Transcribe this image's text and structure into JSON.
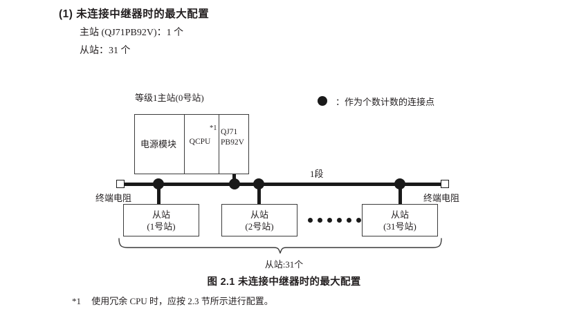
{
  "section": {
    "number": "(1)",
    "heading": "未连接中继器时的最大配置",
    "master_count": "主站 (QJ71PB92V)：1 个",
    "slave_count": "从站：31 个"
  },
  "legend": {
    "symbol": "filled-circle",
    "text": "：作为个数计数的连接点"
  },
  "diagram": {
    "master_station": {
      "title": "等级1主站(0号站)",
      "modules": [
        {
          "label": "电源模块",
          "name": "power-supply-module"
        },
        {
          "label": "QCPU",
          "footnote_marker": "*1",
          "name": "qcpu-module"
        },
        {
          "label_line1": "QJ71",
          "label_line2": "PB92V",
          "name": "qj71pb92v-module"
        }
      ]
    },
    "segment_label": "1段",
    "terminator_left": "终端电阻",
    "terminator_right": "终端电阻",
    "slaves": [
      {
        "line1": "从站",
        "line2": "(1号站)"
      },
      {
        "line1": "从站",
        "line2": "(2号站)"
      },
      {
        "line1": "从站",
        "line2": "(31号站)"
      }
    ],
    "ellipsis_dot_count": 6,
    "brace_label": "从站:31个"
  },
  "figure": {
    "caption": "图 2.1  未连接中继器时的最大配置"
  },
  "footnote": {
    "marker": "*1",
    "text": "使用冗余 CPU 时，应按 2.3 节所示进行配置。"
  },
  "colors": {
    "ink": "#231f20",
    "line": "#1a1a1a",
    "box_border": "#3a3a3a",
    "background": "#ffffff"
  }
}
